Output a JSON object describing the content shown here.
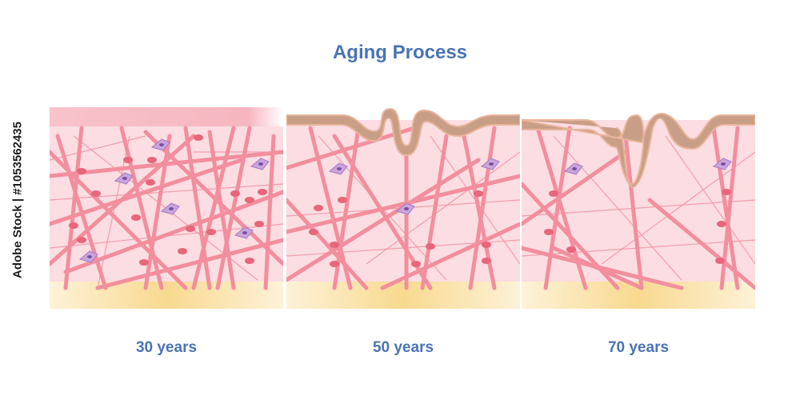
{
  "title": "Aging Process",
  "panels": [
    {
      "label": "30 years"
    },
    {
      "label": "50 years"
    },
    {
      "label": "70 years"
    }
  ],
  "side_text": "Adobe Stock | #1053562435",
  "colors": {
    "title": "#4a73b5",
    "dermis": "#fbdde2",
    "collagen": "#f28e9e",
    "knot": "#e8667c",
    "cell": "#a77ac4",
    "epidermis": "#c99e86",
    "fat": "#f9e3b0"
  }
}
